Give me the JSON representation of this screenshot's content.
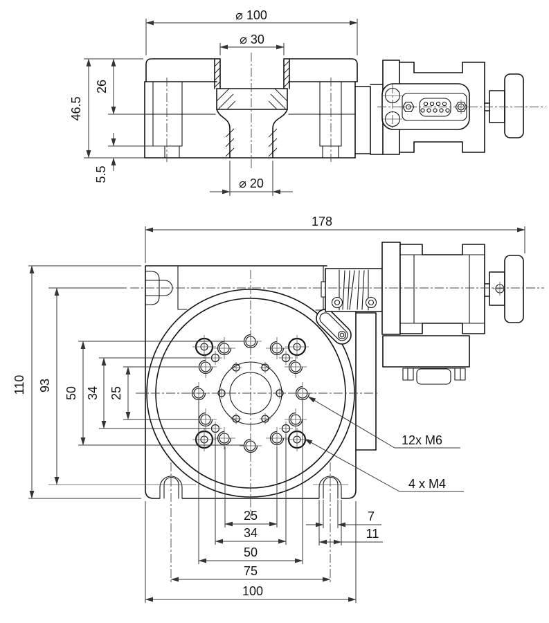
{
  "title": "Motorized rotary stage - dimensioned engineering drawing, two views",
  "colors": {
    "line": "#141414",
    "dimension": "#333333",
    "background": "#ffffff"
  },
  "side_view": {
    "dims": {
      "dia_platform": "⌀ 100",
      "dia_hub": "⌀ 30",
      "dia_bore": "⌀ 20",
      "height_total": "46.5",
      "height_upper": "26",
      "height_step": "5.5"
    }
  },
  "plan_view": {
    "dims": {
      "length_total": "178",
      "depth_total": "110",
      "slot_span": "93",
      "left_outer": "50",
      "left_mid": "34",
      "left_inner": "25",
      "bottom_inner": "25",
      "bottom_mid": "34",
      "bottom_outer": "50",
      "bottom_slots": "75",
      "bottom_base": "100",
      "slot_width": "7",
      "slot_outer_width": "11"
    },
    "callouts": {
      "ring_holes": "12x  M6",
      "corner_holes": "4 x  M4"
    }
  }
}
